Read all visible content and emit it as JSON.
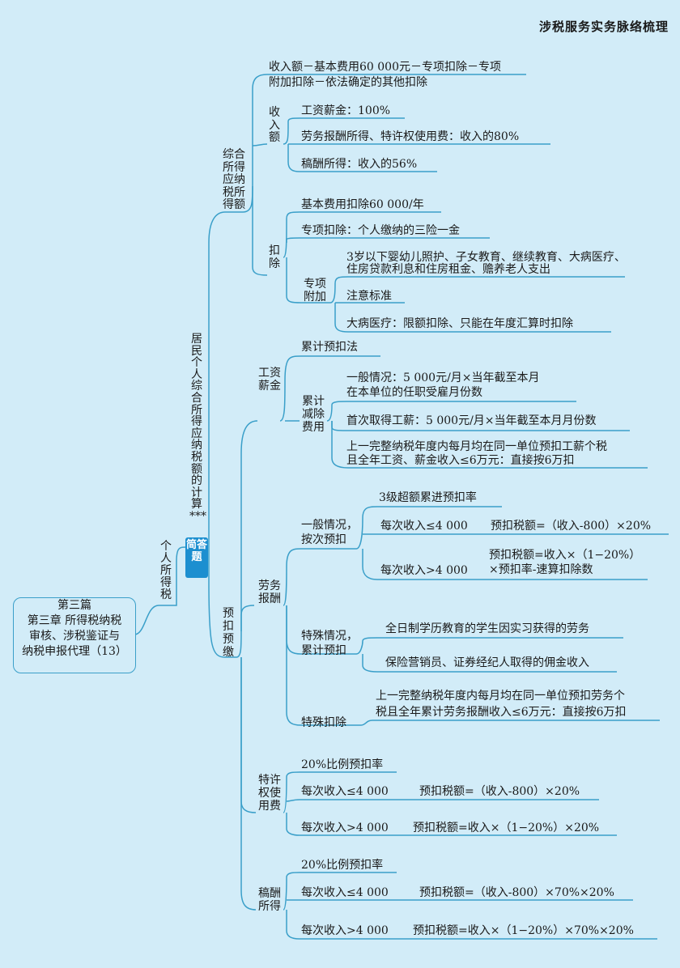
{
  "header": "涉税服务实务脉络梳理",
  "root": [
    "第三篇",
    "第三章 所得税纳税",
    "审核、涉税鉴证与",
    "纳税申报代理（13）"
  ],
  "branch_tax": "个人所得税",
  "branch_calc": "居民个人综合所得应纳税额的计算***",
  "badge": "简答题",
  "comprehensive": {
    "label": "综合所得应纳税所得额",
    "formula": [
      "收入额－基本费用60 000元－专项扣除－专项",
      "附加扣除－依法确定的其他扣除"
    ],
    "income_label": "收入额",
    "income_items": [
      "工资薪金：100%",
      "劳务报酬所得、特许权使用费：收入的80%",
      "稿酬所得：收入的56%"
    ],
    "deduct_label": "扣除",
    "deduct_basic": "基本费用扣除60 000/年",
    "deduct_special": "专项扣除：个人缴纳的三险一金",
    "special_add_label": "专项附加",
    "special_add_items": [
      "3岁以下婴幼儿照护、子女教育、继续教育、大病医疗、",
      "住房贷款利息和住房租金、赡养老人支出"
    ],
    "note": "注意标准",
    "medical": "大病医疗：限额扣除、只能在年度汇算时扣除"
  },
  "prepay": {
    "label": "预扣预缴",
    "salary": {
      "label": "工资薪金",
      "method": "累计预扣法",
      "cum_label": "累计减除费用",
      "general": [
        "一般情况：5 000元/月×当年截至本月",
        "在本单位的任职受雇月份数"
      ],
      "first": "首次取得工薪：5 000元/月×当年截至本月月份数",
      "last": [
        "上一完整纳税年度内每月均在同一单位预扣工薪个税",
        "且全年工资、薪金收入≤6万元：直接按6万扣"
      ]
    },
    "labor": {
      "label": "劳务报酬",
      "general_label": [
        "一般情况，",
        "按次预扣"
      ],
      "progressive": "3级超额累进预扣率",
      "le_label": "每次收入≤4 000",
      "le_formula": "预扣税额=（收入-800）×20%",
      "gt_label": "每次收入>4 000",
      "gt_formula": [
        "预扣税额=收入×（1−20%）",
        "×预扣率-速算扣除数"
      ],
      "special_label": [
        "特殊情况，",
        "累计预扣"
      ],
      "special_items": [
        "全日制学历教育的学生因实习获得的劳务",
        "保险营销员、证券经纪人取得的佣金收入"
      ],
      "special_deduct_label": "特殊扣除",
      "special_deduct": [
        "上一完整纳税年度内每月均在同一单位预扣劳务个",
        "税且全年累计劳务报酬收入≤6万元：直接按6万扣"
      ]
    },
    "royalty": {
      "label": "特许权使用费",
      "rate": "20%比例预扣率",
      "le_label": "每次收入≤4 000",
      "le_formula": "预扣税额=（收入-800）×20%",
      "gt_label": "每次收入>4 000",
      "gt_formula": "预扣税额=收入×（1−20%）×20%"
    },
    "remuneration": {
      "label": "稿酬所得",
      "rate": "20%比例预扣率",
      "le_label": "每次收入≤4 000",
      "le_formula": "预扣税额=（收入-800）×70%×20%",
      "gt_label": "每次收入>4 000",
      "gt_formula": "预扣税额=收入×（1−20%）×70%×20%"
    }
  },
  "colors": {
    "background": "#d2ecf8",
    "line": "#3a9fc9",
    "badge": "#1c8fd0"
  }
}
